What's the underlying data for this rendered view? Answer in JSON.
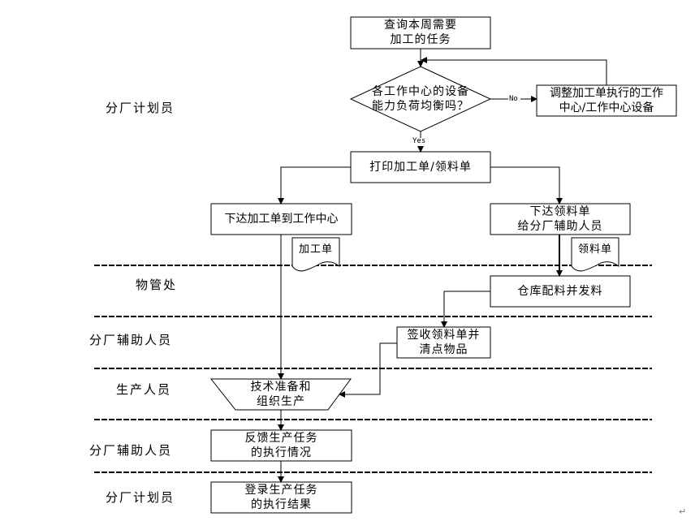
{
  "lanes": [
    {
      "label": "分厂计划员"
    },
    {
      "label": "物管处"
    },
    {
      "label": "分厂辅助人员"
    },
    {
      "label": "生产人员"
    },
    {
      "label": "分厂辅助人员"
    },
    {
      "label": "分厂计划员"
    }
  ],
  "nodes": {
    "query": "查询本周需要\n加工的任务",
    "decision": "各工作中心的设备\n能力负荷均衡吗？",
    "adjust": "调整加工单执行的工作\n中心/工作中心设备",
    "print": "打印加工单/领料单",
    "issue_order": "下达加工单到工作中心",
    "issue_pick": "下达领料单\n给分厂辅助人员",
    "doc_order": "加工单",
    "doc_pick": "领料单",
    "warehouse": "仓库配料并发料",
    "receive": "签收领料单并\n清点物品",
    "prepare": "技术准备和\n组织生产",
    "feedback": "反馈生产任务\n的执行情况",
    "record": "登录生产任务\n的执行结果"
  },
  "edge_labels": {
    "no": "No",
    "yes": "Yes"
  },
  "paragraph_mark": "↵"
}
